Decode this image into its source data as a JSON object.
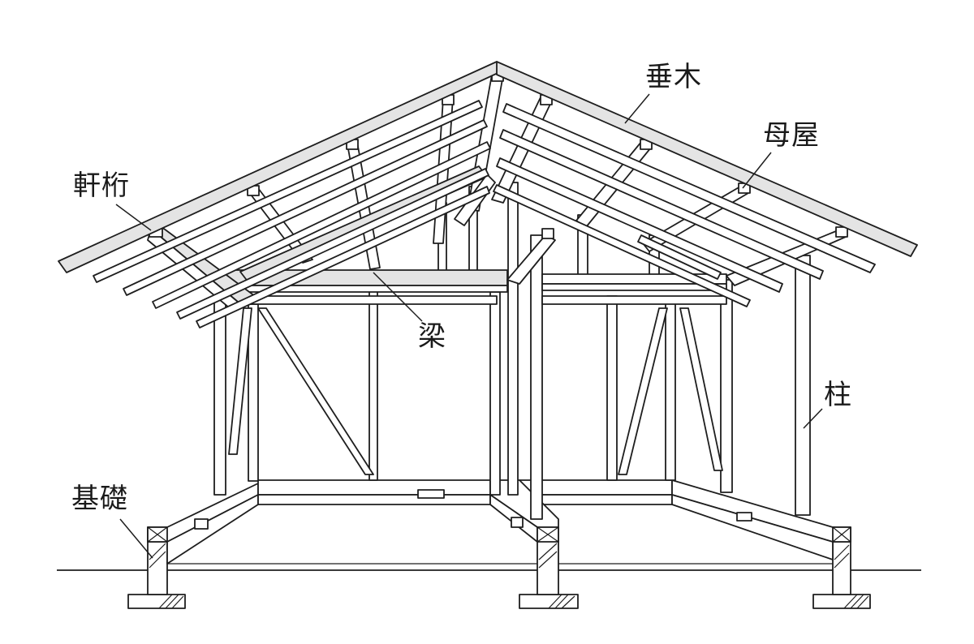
{
  "labels": {
    "taruki": "垂木",
    "moya": "母屋",
    "nokigeta": "軒桁",
    "hari": "梁",
    "hashira": "柱",
    "kiso": "基礎"
  }
}
